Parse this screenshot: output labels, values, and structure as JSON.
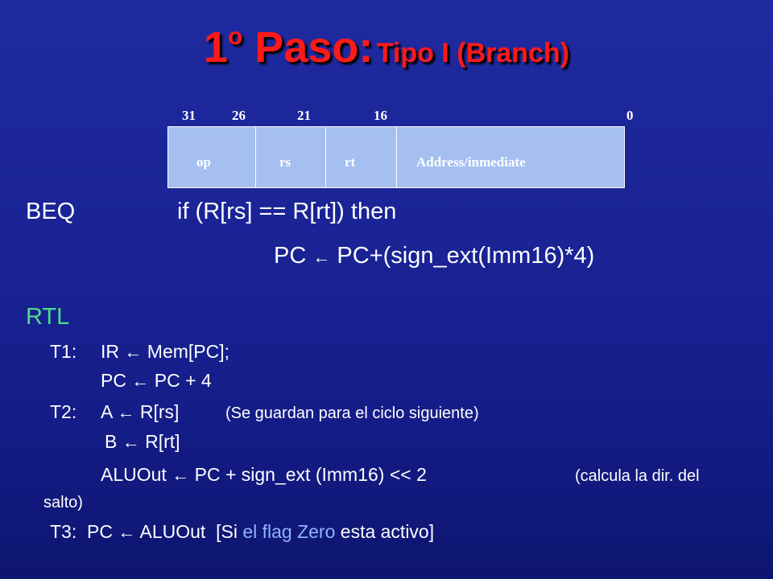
{
  "title": {
    "main": "1",
    "ordinal": "o",
    "paso": " Paso:",
    "sub": "Tipo I (Branch)"
  },
  "format": {
    "bits": [
      "31",
      "26",
      "21",
      "16",
      "0"
    ],
    "fields": [
      "op",
      "rs",
      "rt",
      "Address/inmediate"
    ],
    "colors": {
      "box": "#a4bff0"
    }
  },
  "beq": {
    "mnemonic": "BEQ",
    "condition": "if (R[rs] == R[rt]) then",
    "action_left": "PC",
    "action_right": "PC+(sign_ext(Imm16)*4)"
  },
  "rtl": {
    "heading": "RTL",
    "t1_label": "T1:",
    "t1_a_left": "IR",
    "t1_a_right": "Mem[PC];",
    "t1_b_left": "PC",
    "t1_b_right": "PC + 4",
    "t2_label": "T2:",
    "t2_a_left": "A",
    "t2_a_right": "R[rs]",
    "t2_a_note": "(Se guardan para el ciclo siguiente)",
    "t2_b_left": "B",
    "t2_b_right": "R[rt]",
    "t2_c_left": "ALUOut",
    "t2_c_right": "PC + sign_ext  (Imm16) << 2",
    "t2_c_note": "(calcula la dir. del",
    "t2_c_note2": "salto)",
    "t3_label": "T3:",
    "t3_left": "PC",
    "t3_right": "ALUOut",
    "t3_bracket_open": "[Si ",
    "t3_flag": "el flag Zero",
    "t3_rest": " esta activo]"
  },
  "icons": {
    "arrow": "left-arrow-icon"
  }
}
